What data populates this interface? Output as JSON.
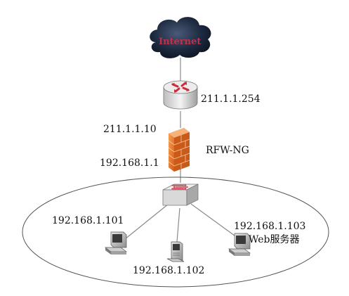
{
  "internet": {
    "label": "Internet",
    "icon": "cloud-icon"
  },
  "router": {
    "ip": "211.1.1.254",
    "icon": "router-icon"
  },
  "firewall": {
    "name": "RFW-NG",
    "wan_ip": "211.1.1.10",
    "lan_ip": "192.168.1.1",
    "icon": "firewall-icon"
  },
  "switch": {
    "icon": "switch-icon"
  },
  "hosts": [
    {
      "ip": "192.168.1.101",
      "icon": "computer-icon"
    },
    {
      "ip": "192.168.1.102",
      "icon": "computer-icon"
    },
    {
      "ip": "192.168.1.103",
      "role": "Web服务器",
      "icon": "computer-icon"
    }
  ],
  "colors": {
    "cloud": "#1d2a40",
    "cloud_text": "#c0304a",
    "router_body": "#e8e8e8",
    "router_arrows": "#d0283a",
    "firewall_orange": "#e9712a",
    "switch_arrows": "#c8283a",
    "lines": "#7a7a7a"
  }
}
